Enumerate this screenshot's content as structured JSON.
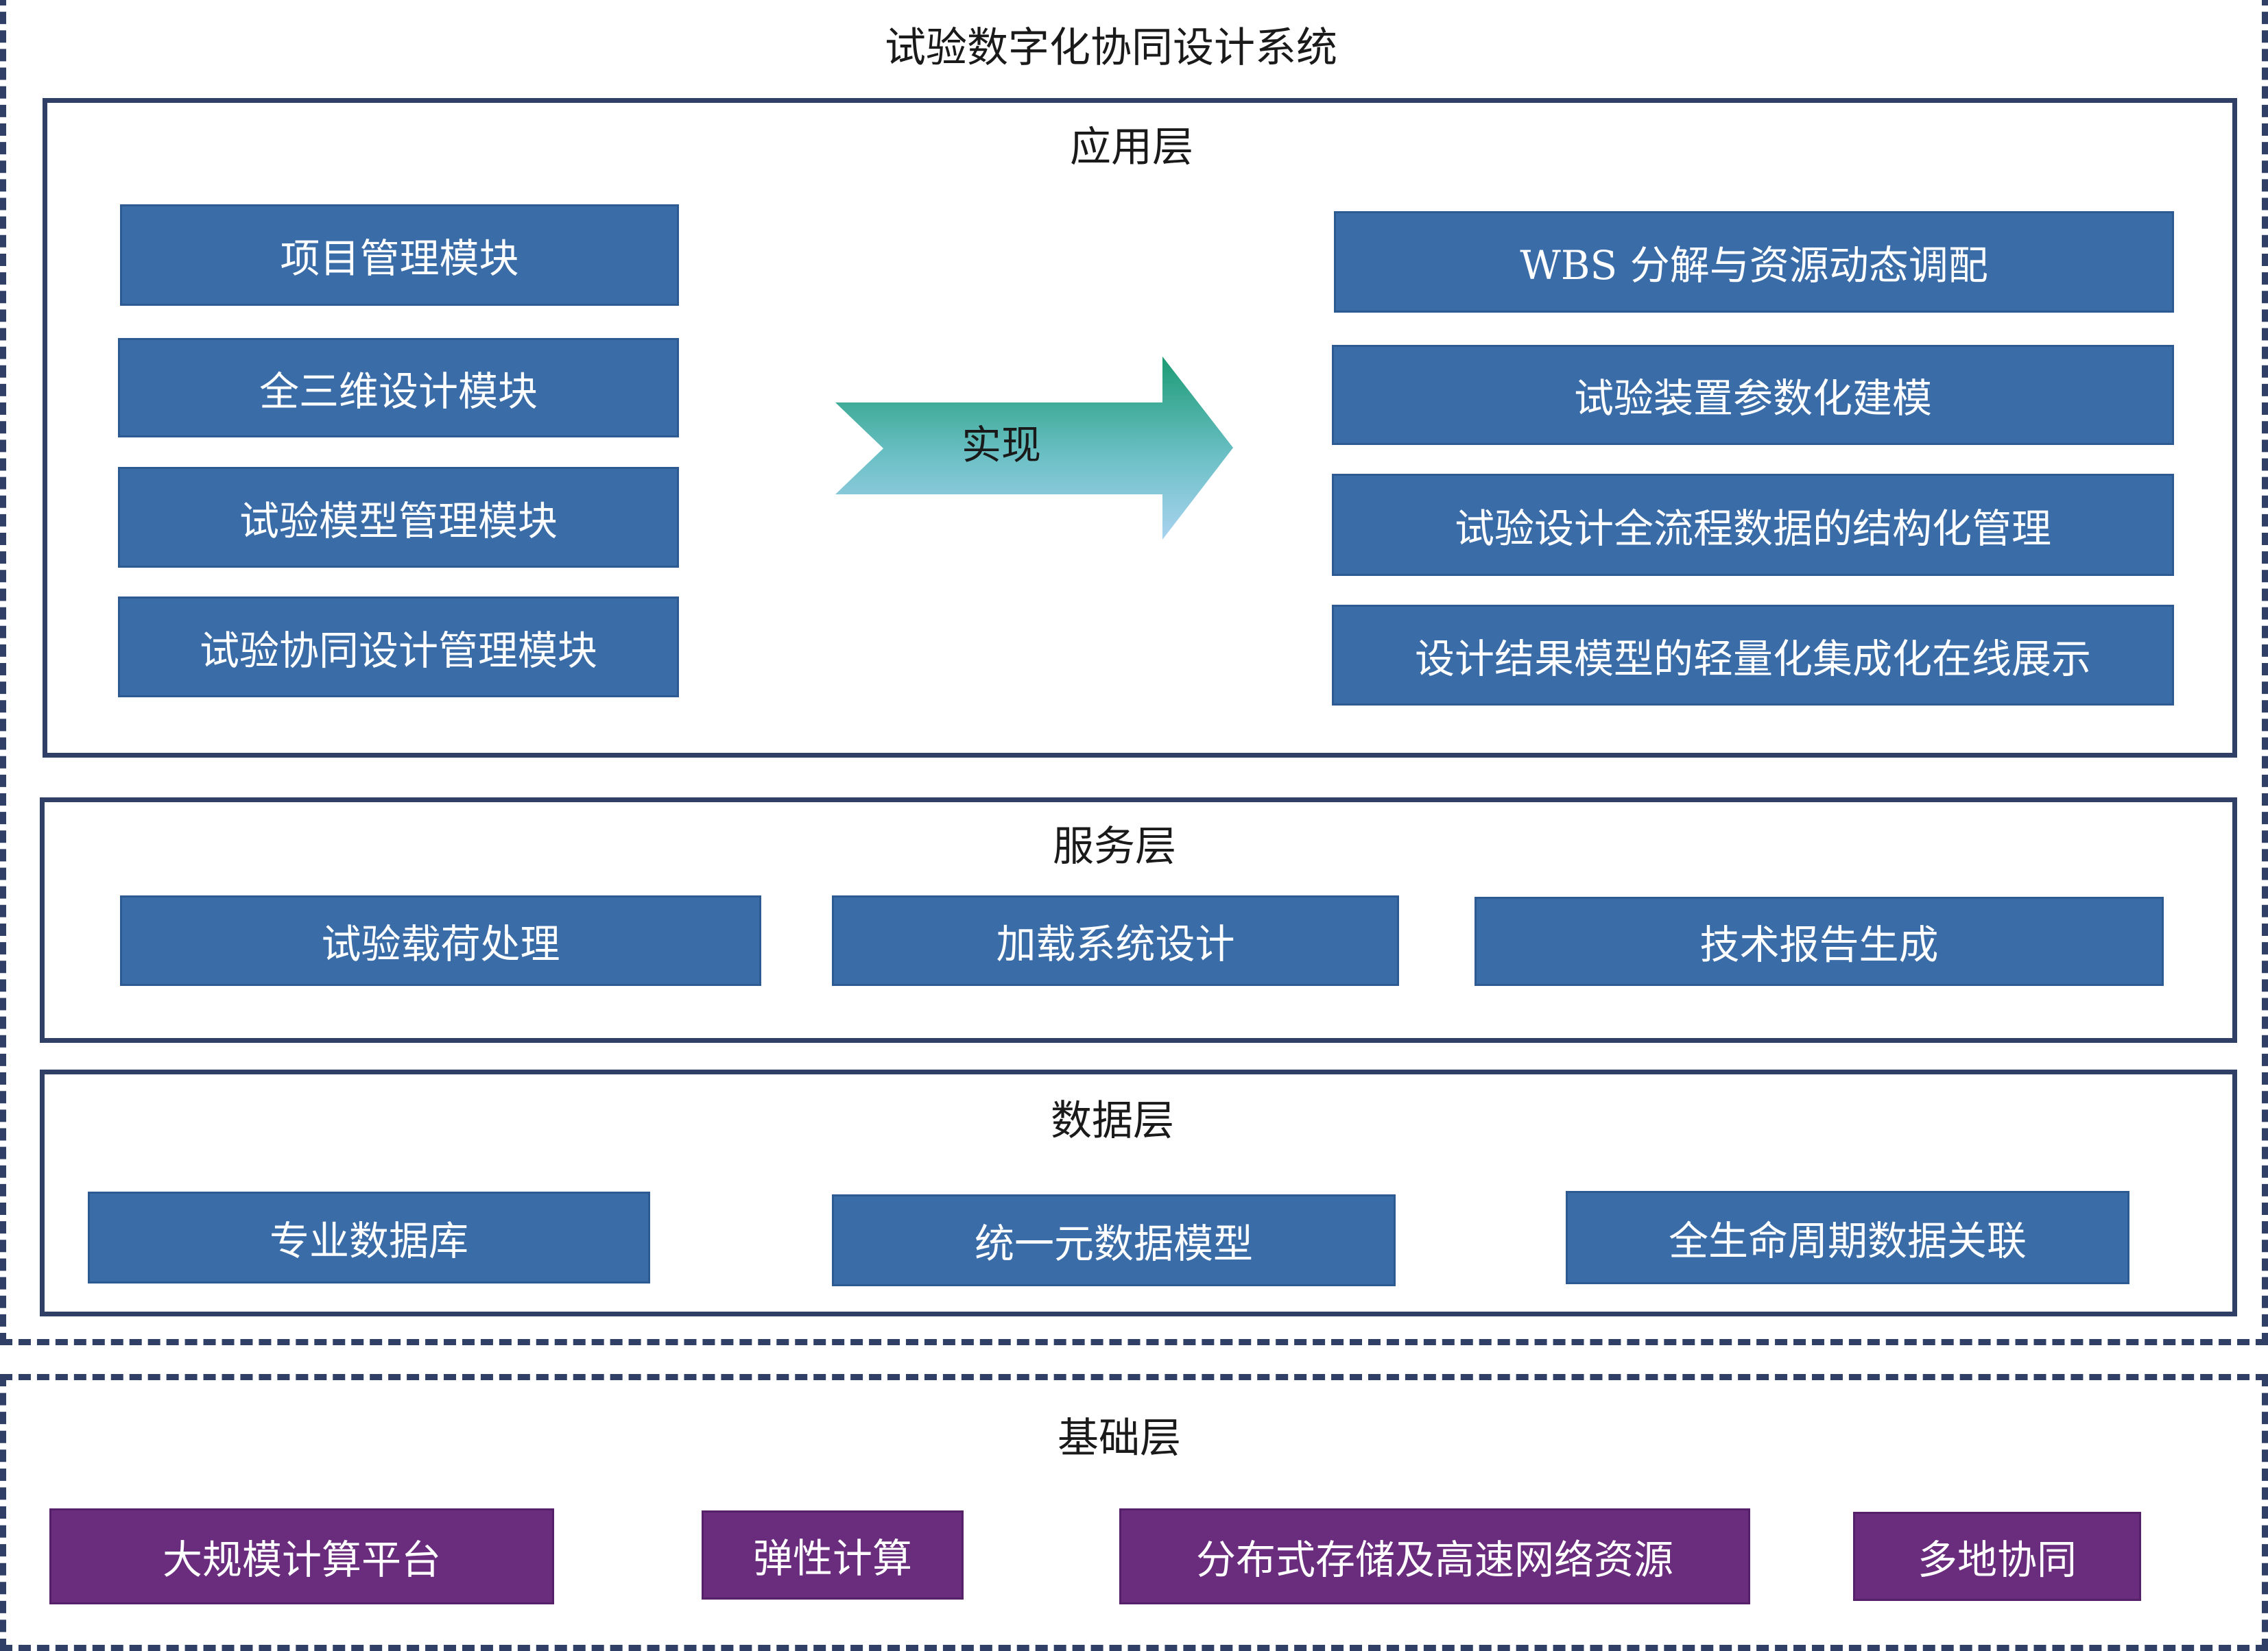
{
  "system_title": "试验数字化协同设计系统",
  "application_layer": {
    "title": "应用层",
    "modules": [
      "项目管理模块",
      "全三维设计模块",
      "试验模型管理模块",
      "试验协同设计管理模块"
    ],
    "arrow_label": "实现",
    "capabilities": [
      "WBS 分解与资源动态调配",
      "试验装置参数化建模",
      "试验设计全流程数据的结构化管理",
      "设计结果模型的轻量化集成化在线展示"
    ]
  },
  "service_layer": {
    "title": "服务层",
    "items": [
      "试验载荷处理",
      "加载系统设计",
      "技术报告生成"
    ]
  },
  "data_layer": {
    "title": "数据层",
    "items": [
      "专业数据库",
      "统一元数据模型",
      "全生命周期数据关联"
    ]
  },
  "foundation_layer": {
    "title": "基础层",
    "items": [
      "大规模计算平台",
      "弹性计算",
      "分布式存储及高速网络资源",
      "多地协同"
    ]
  },
  "colors": {
    "layer_border": "#2f3f66",
    "module_blue": "#3a6ca8",
    "foundation_purple": "#6a2d7d",
    "arrow_top": "#1c9b74",
    "arrow_bottom": "#a9d3f0"
  }
}
